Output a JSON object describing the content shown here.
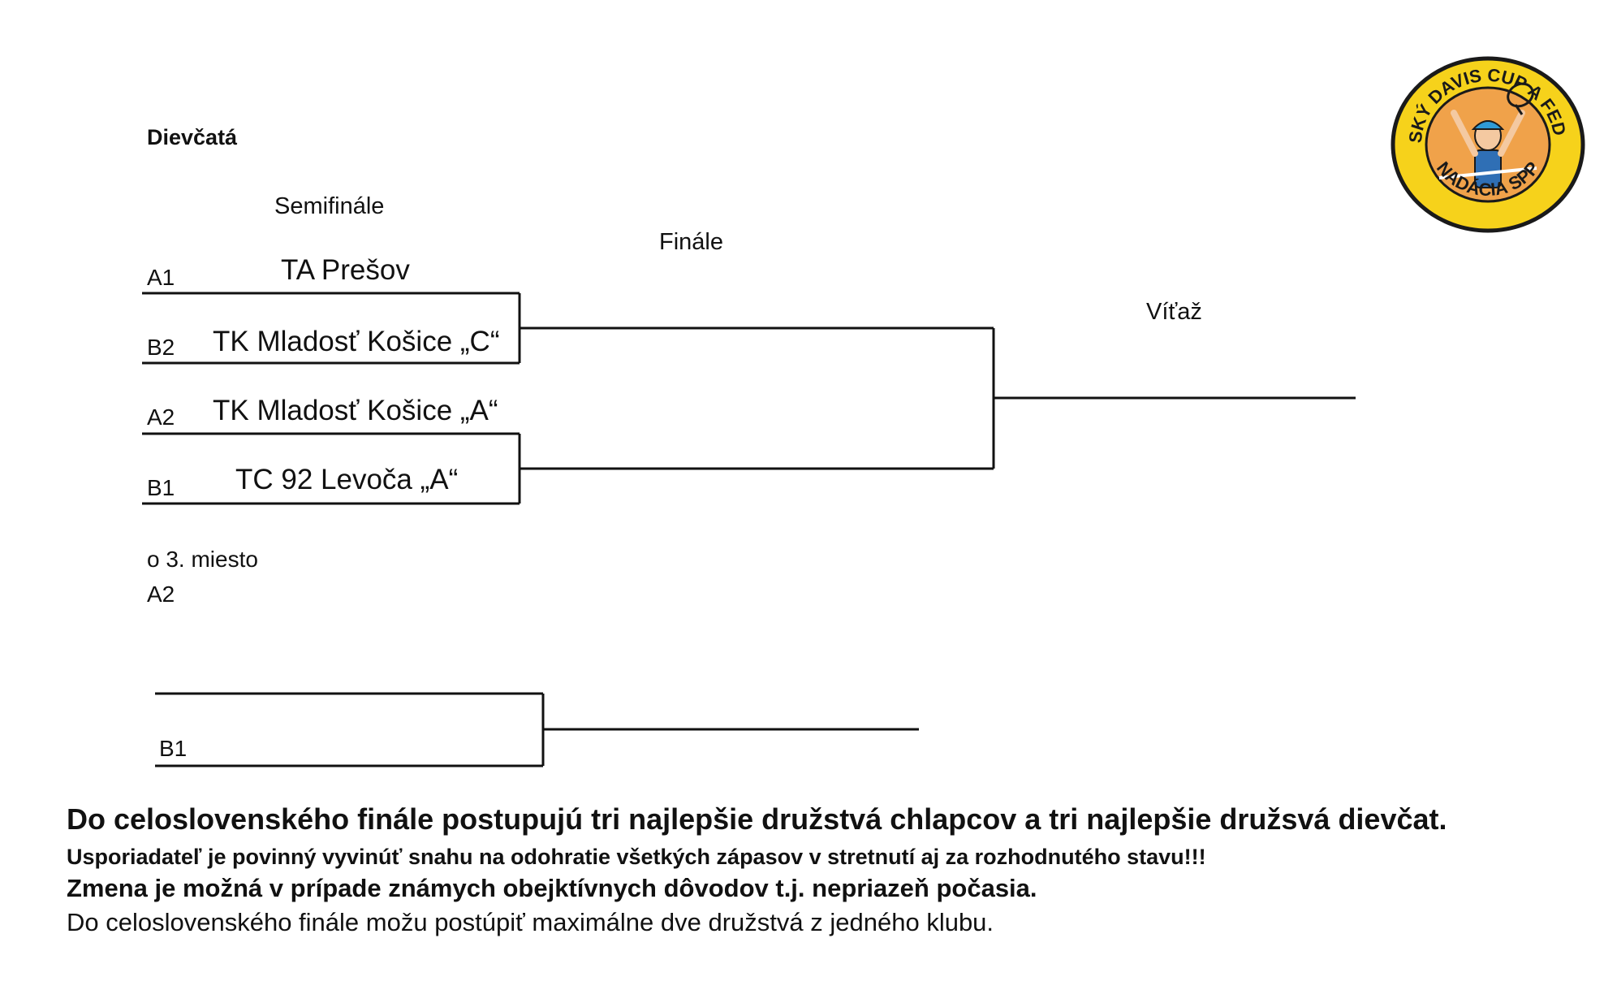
{
  "section": {
    "title": "Dievčatá"
  },
  "columns": {
    "semifinal": "Semifinále",
    "final": "Finále",
    "winner": "Víťaž"
  },
  "bracket": {
    "entries": [
      {
        "seed": "A1",
        "team": "TA Prešov"
      },
      {
        "seed": "B2",
        "team": "TK Mladosť Košice „C“"
      },
      {
        "seed": "A2",
        "team": "TK Mladosť Košice „A“"
      },
      {
        "seed": "B1",
        "team": "TC 92 Levoča „A“"
      }
    ]
  },
  "third_place": {
    "title": "o 3. miesto",
    "top_seed": "A2",
    "bottom_seed": "B1"
  },
  "notes": {
    "line1": "Do celoslovenského finále postupujú tri najlepšie družstvá chlapcov a tri najlepšie družsvá dievčat.",
    "line2": "Usporiadateľ je povinný vyvinúť snahu na odohratie všetkých zápasov v stretnutí aj za rozhodnutého stavu!!!",
    "line3": "Zmena je možná v prípade známych obejktívnych dôvodov t.j. nepriazeň počasia.",
    "line4": "Do celoslovenského finále možu postúpiť maximálne dve družstvá z jedného klubu."
  },
  "logo": {
    "text_top": "DETSKÝ DAVIS CUP A FED CUP",
    "text_bottom": "NADÁCIA SPP",
    "colors": {
      "ring": "#f6d21b",
      "center": "#f0a24a",
      "outline": "#1a1a1a"
    }
  }
}
